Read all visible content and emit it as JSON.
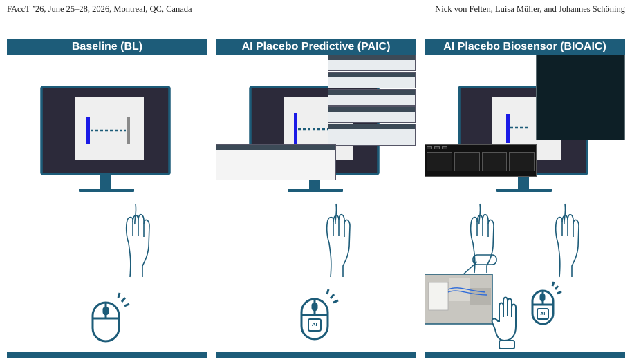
{
  "header": {
    "left": "FAccT ’26, June 25–28, 2026, Montreal, QC, Canada",
    "right": "Nick von Felten, Luisa Müller, and Johannes Schöning"
  },
  "panels": [
    {
      "title": "Baseline (BL)"
    },
    {
      "title": "AI Placebo Predictive (PAIC)"
    },
    {
      "title": "AI Placebo Biosensor (BIOAIC)"
    }
  ],
  "mouse_badge": "AI",
  "colors": {
    "accent": "#1d5c79",
    "monitor_bezel": "#2c2a3a",
    "target_blue": "#1a1ae6",
    "target_gray": "#8a8a8a"
  }
}
